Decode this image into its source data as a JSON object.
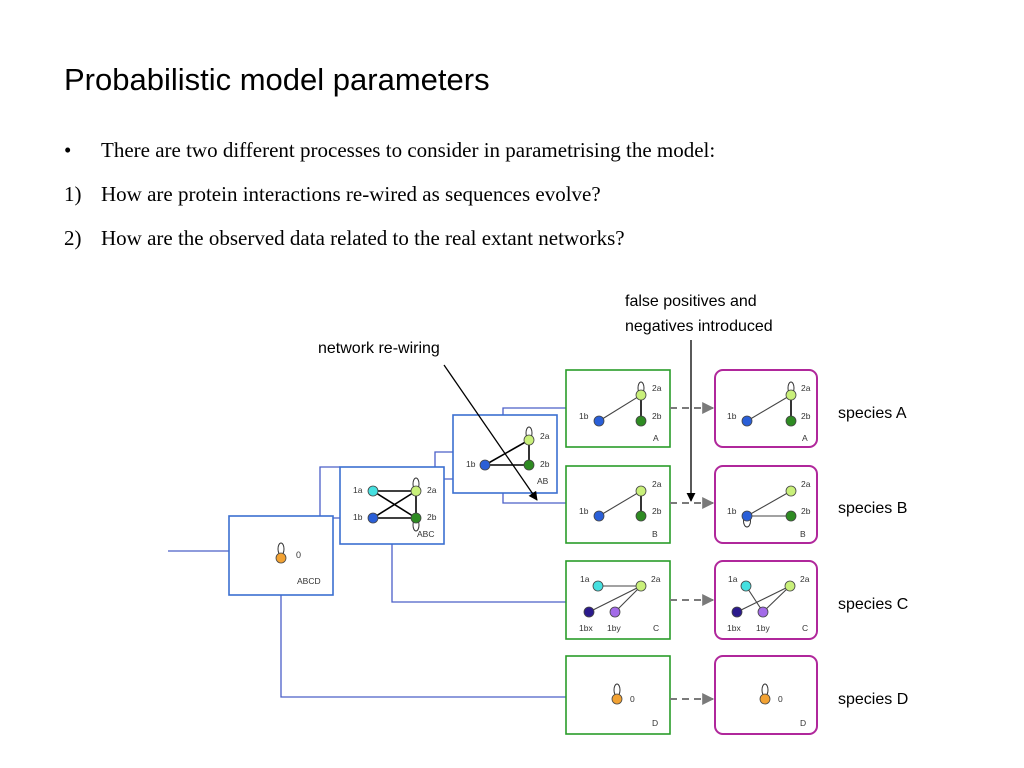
{
  "title": "Probabilistic model parameters",
  "bullets": [
    {
      "marker": "•",
      "text": "There are two different processes to consider in parametrising the model:"
    },
    {
      "marker": "1)",
      "text": "How are protein interactions re-wired as sequences evolve?"
    },
    {
      "marker": "2)",
      "text": "How are the observed data related to the real extant networks?"
    }
  ],
  "diagram": {
    "annotations": {
      "rewiring": "network re-wiring",
      "false_pos_line1": "false positives and",
      "false_pos_line2": "negatives introduced"
    },
    "ancestral_networks": [
      {
        "label": "ABCD",
        "nodes": [
          "0"
        ]
      },
      {
        "label": "ABC",
        "nodes": [
          "1a",
          "2a",
          "1b",
          "2b"
        ]
      },
      {
        "label": "AB",
        "nodes": [
          "2a",
          "1b",
          "2b"
        ]
      }
    ],
    "extant_networks": [
      {
        "label": "A",
        "nodes": [
          "2a",
          "1b",
          "2b"
        ]
      },
      {
        "label": "B",
        "nodes": [
          "2a",
          "1b",
          "2b"
        ]
      },
      {
        "label": "C",
        "nodes": [
          "1a",
          "2a",
          "1bx",
          "1by"
        ]
      },
      {
        "label": "D",
        "nodes": [
          "0"
        ]
      }
    ],
    "species": [
      "species A",
      "species B",
      "species C",
      "species D"
    ],
    "colors": {
      "real_box": "#2a9d2a",
      "observed_box": "#b0279b",
      "ancestor_box": "#3b6fd0",
      "tree_line": "#4a5fc8",
      "node_orange": "#f2a233",
      "node_lightgreen": "#c9f07a",
      "node_darkgreen": "#2e8b22",
      "node_blue": "#2a5fd8",
      "node_cyan": "#46e0e0",
      "node_navy": "#2b1a8c",
      "node_purple": "#a36be8"
    }
  }
}
